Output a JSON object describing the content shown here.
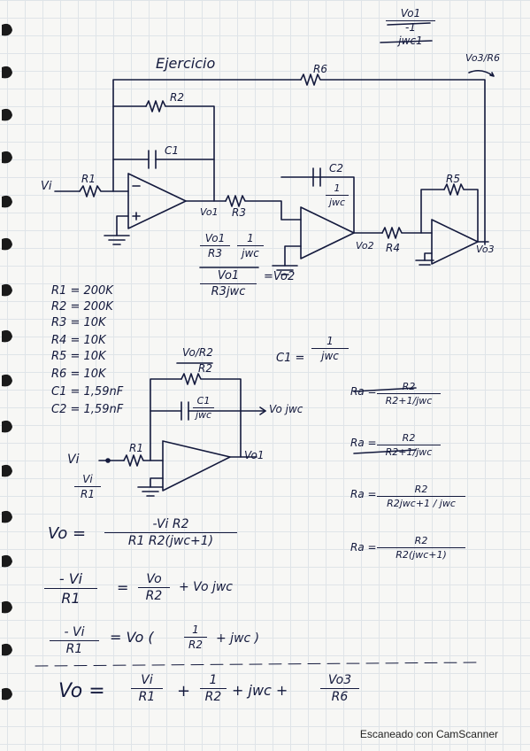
{
  "title": "Ejercicio",
  "corner_note": {
    "top": "Vo1",
    "middle": "-1",
    "bottom": "jwc1"
  },
  "circuit1": {
    "input": "Vi",
    "r1": "R1",
    "r2": "R2",
    "c1": "C1",
    "r3": "R3",
    "vo1": "Vo1",
    "c2": "C2",
    "c2_imp_num": "1",
    "c2_imp_den": "jwc",
    "vo2": "Vo2",
    "r4": "R4",
    "r5": "R5",
    "r6": "R6",
    "vo3": "Vo3",
    "vo3_r6": "Vo3/R6",
    "current_num1": "Vo1",
    "current_den1": "R3",
    "current_num2": "1",
    "current_den2": "jwc",
    "current_eq_num": "Vo1",
    "current_eq_den": "R3jwc",
    "current_eq_result": "=Vo2"
  },
  "values": [
    {
      "name": "R1",
      "value": "200K"
    },
    {
      "name": "R2",
      "value": "200K"
    },
    {
      "name": "R3",
      "value": "10K"
    },
    {
      "name": "R4",
      "value": "10K"
    },
    {
      "name": "R5",
      "value": "10K"
    },
    {
      "name": "R6",
      "value": "10K"
    },
    {
      "name": "C1",
      "value": "1,59nF"
    },
    {
      "name": "C2",
      "value": "1,59nF"
    }
  ],
  "c1_imp": {
    "lhs": "C1 =",
    "num": "1",
    "den": "jwc"
  },
  "circuit2": {
    "r2_current": "Vo/R2",
    "r2": "R2",
    "c1_frac_num": "C1",
    "c1_frac_den": "jwc",
    "c_current": "Vo jwc",
    "r1": "R1",
    "vi": "Vi",
    "vo1": "Vo1",
    "vi_num": "Vi",
    "vi_den": "R1"
  },
  "parallel": [
    {
      "lhs": "Ra =",
      "num": "R2",
      "den": "R2+1/jwc"
    },
    {
      "lhs": "Ra =",
      "num": "R2",
      "den": "R2+1/jwc"
    },
    {
      "lhs": "Ra =",
      "num": "R2",
      "den": "R2jwc+1 / jwc"
    },
    {
      "lhs": "Ra =",
      "num": "R2",
      "den": "R2(jwc+1)"
    }
  ],
  "equations": {
    "eq1_lhs": "Vo =",
    "eq1_num": "-Vi R2",
    "eq1_den": "R1 R2(jwc+1)",
    "eq2_lhs_num": "- Vi",
    "eq2_lhs_den": "R1",
    "eq2_eq": "=",
    "eq2_r1_num": "Vo",
    "eq2_r1_den": "R2",
    "eq2_rest": "+ Vo jwc",
    "eq3_lhs_num": "- Vi",
    "eq3_lhs_den": "R1",
    "eq3_mid": "= Vo (",
    "eq3_f_num": "1",
    "eq3_f_den": "R2",
    "eq3_rest": "+ jwc )",
    "eq4_lhs": "Vo =",
    "eq4_t1_num": "Vi",
    "eq4_t1_den": "R1",
    "eq4_plus": "+",
    "eq4_t2_num": "1",
    "eq4_t2_den": "R2",
    "eq4_mid": "+ jwc +",
    "eq4_t3_num": "Vo3",
    "eq4_t3_den": "R6"
  },
  "footer": "Escaneado con CamScanner"
}
